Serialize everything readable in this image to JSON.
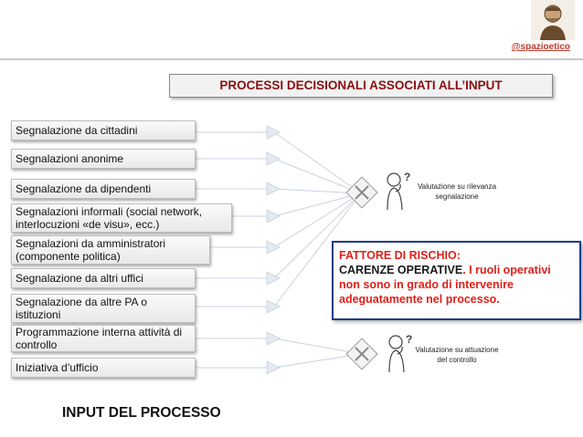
{
  "header": {
    "handle": "@spazioetico"
  },
  "title": "PROCESSI DECISIONALI ASSOCIATI ALL’INPUT",
  "inputs": [
    {
      "label": "Segnalazione da cittadini"
    },
    {
      "label": "Segnalazioni anonime"
    },
    {
      "label": "Segnalazione da dipendenti"
    },
    {
      "label": "Segnalazioni informali (social network, interlocuzioni «de visu», ecc.)"
    },
    {
      "label": "Segnalazioni da amministratori (componente politica)"
    },
    {
      "label": "Segnalazione da altri uffici"
    },
    {
      "label": "Segnalazione da altre PA o istituzioni"
    },
    {
      "label": "Programmazione interna attività di controllo"
    },
    {
      "label": "Iniziativa d’ufficio"
    }
  ],
  "evaluations": [
    {
      "label": "Valutazione su rilevanza segnalazione",
      "icon": "thinker-icon"
    },
    {
      "label": "Valutazione su attuazione del controllo",
      "icon": "thinker-icon"
    }
  ],
  "risk": {
    "heading": "FATTORE DI RISCHIO:",
    "lead": "CARENZE OPERATIVE",
    "lead_punct": ".",
    "body": " I ruoli operativi non sono in grado di intervenire adeguatamente nel processo."
  },
  "footer": "INPUT DEL PROCESSO",
  "colors": {
    "title_text": "#8a1010",
    "risk_border": "#1f3d8a",
    "risk_text": "#e0201a",
    "handle": "#c0392b"
  }
}
